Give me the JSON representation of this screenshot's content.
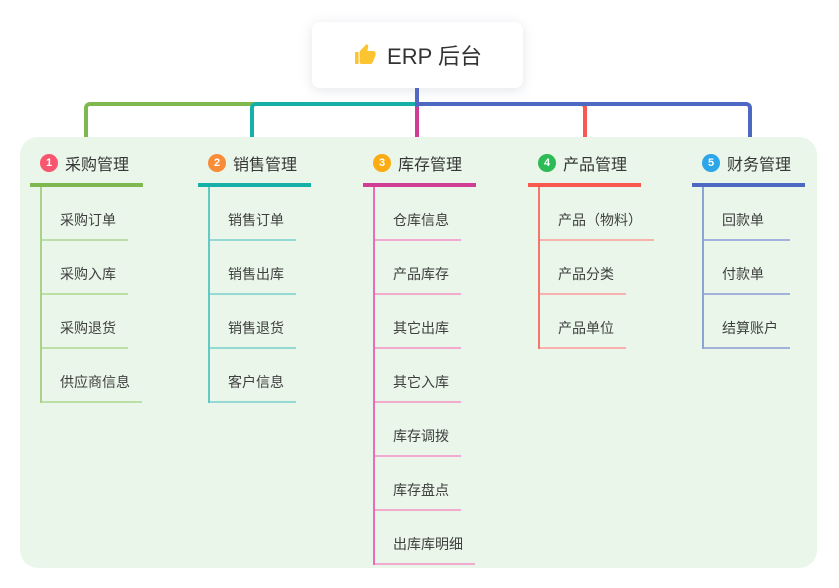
{
  "root": {
    "label": "ERP 后台",
    "icon": "thumbs-up-icon",
    "icon_color": "#fdc431",
    "trunk_color": "#5368c4"
  },
  "panel_color": "#e9f6e9",
  "branches": [
    {
      "num": "1",
      "label": "采购管理",
      "badge_color": "#f8566f",
      "line_color": "#7eb84e",
      "mid_color": "#a7d489",
      "light_color": "#bcdfa5",
      "children": [
        "采购订单",
        "采购入库",
        "采购退货",
        "供应商信息"
      ]
    },
    {
      "num": "2",
      "label": "销售管理",
      "badge_color": "#f98c38",
      "line_color": "#16b0a8",
      "mid_color": "#62cac2",
      "light_color": "#94d9d3",
      "children": [
        "销售订单",
        "销售出库",
        "销售退货",
        "客户信息"
      ]
    },
    {
      "num": "3",
      "label": "库存管理",
      "badge_color": "#fbac12",
      "line_color": "#d23d94",
      "mid_color": "#ee6cb5",
      "light_color": "#f2abce",
      "children": [
        "仓库信息",
        "产品库存",
        "其它出库",
        "其它入库",
        "库存调拨",
        "库存盘点",
        "出库库明细"
      ]
    },
    {
      "num": "4",
      "label": "产品管理",
      "badge_color": "#2dbb55",
      "line_color": "#f75850",
      "mid_color": "#f4776f",
      "light_color": "#f8b1ad",
      "children": [
        "产品（物料）",
        "产品分类",
        "产品单位"
      ]
    },
    {
      "num": "5",
      "label": "财务管理",
      "badge_color": "#2ba6e8",
      "line_color": "#4d68c2",
      "mid_color": "#8ba5d3",
      "light_color": "#a2b2da",
      "children": [
        "回款单",
        "付款单",
        "结算账户"
      ]
    }
  ]
}
